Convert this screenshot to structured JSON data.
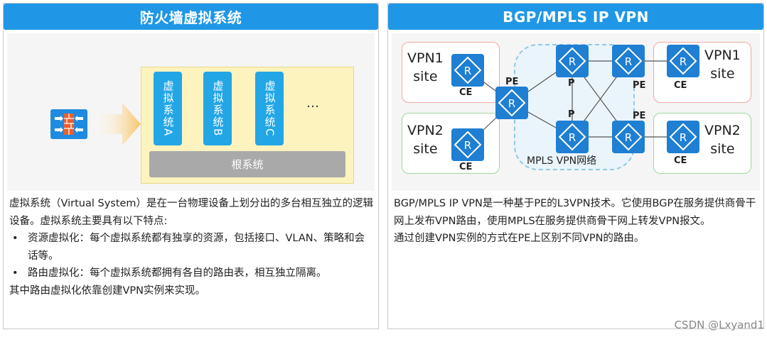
{
  "left_panel": {
    "title": "防火墙虚拟系统",
    "virtual_systems": [
      {
        "label": "虚拟系统A"
      },
      {
        "label": "虚拟系统B"
      },
      {
        "label": "虚拟系统C"
      }
    ],
    "ellipsis": "…",
    "root_system": "根系统",
    "description": "虚拟系统（Virtual System）是在一台物理设备上划分出的多台相互独立的逻辑设备。虚拟系统主要具有以下特点:",
    "bullets": [
      "资源虚拟化：每个虚拟系统都有独享的资源，包括接口、VLAN、策略和会话等。",
      "路由虚拟化：每个虚拟系统都拥有各自的路由表，相互独立隔离。"
    ],
    "footer": "其中路由虚拟化依靠创建VPN实例来实现。",
    "bullet_symbol": "•"
  },
  "right_panel": {
    "title": "BGP/MPLS IP VPN",
    "sites": [
      {
        "line1": "VPN1",
        "line2": "site"
      },
      {
        "line1": "VPN2",
        "line2": "site"
      },
      {
        "line1": "VPN1",
        "line2": "site"
      },
      {
        "line1": "VPN2",
        "line2": "site"
      }
    ],
    "ce_label": "CE",
    "pe_label": "PE",
    "p_label": "P",
    "router_glyph": "R",
    "mpls_label": "MPLS VPN网络",
    "paragraph1": "BGP/MPLS IP VPN是一种基于PE的L3VPN技术。它使用BGP在服务提供商骨干网上发布VPN路由，使用MPLS在服务提供商骨干网上转发VPN报文。",
    "paragraph2": "通过创建VPN实例的方式在PE上区别不同VPN的路由。"
  },
  "watermark": "CSDN @Lxyand1",
  "colors": {
    "header_blue": "#1f97e6",
    "router_blue": "#1f7fd2",
    "vs_blue": "#23a6e6",
    "vs_container": "#fcf3be",
    "root_gray": "#a9a9a9",
    "site_red_border": "#f0a8a0",
    "site_green_border": "#9fd7a3"
  },
  "icons": {
    "firewall": "firewall-icon",
    "router": "router-icon",
    "arrow": "glow-arrow-icon"
  }
}
